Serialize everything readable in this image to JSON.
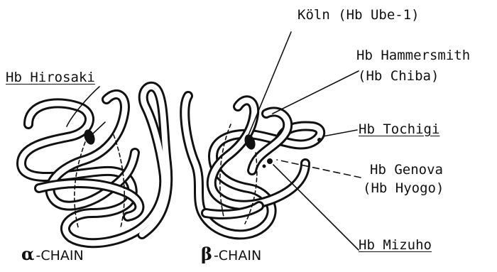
{
  "labels": {
    "hirosaki": "Hb Hirosaki",
    "koln": "Köln (Hb Ube-1)",
    "hammersmith": "Hb Hammersmith",
    "chiba": "(Hb Chiba)",
    "tochigi": "Hb Tochigi",
    "genova": "Hb Genova",
    "hyogo": "(Hb Hyogo)",
    "mizuho": "Hb Mizuho"
  },
  "chains": {
    "alpha_symbol": "α",
    "alpha_label": "-CHAIN",
    "beta_symbol": "β",
    "beta_label": "-CHAIN"
  },
  "colors": {
    "ink": "#111111",
    "background": "#ffffff"
  }
}
